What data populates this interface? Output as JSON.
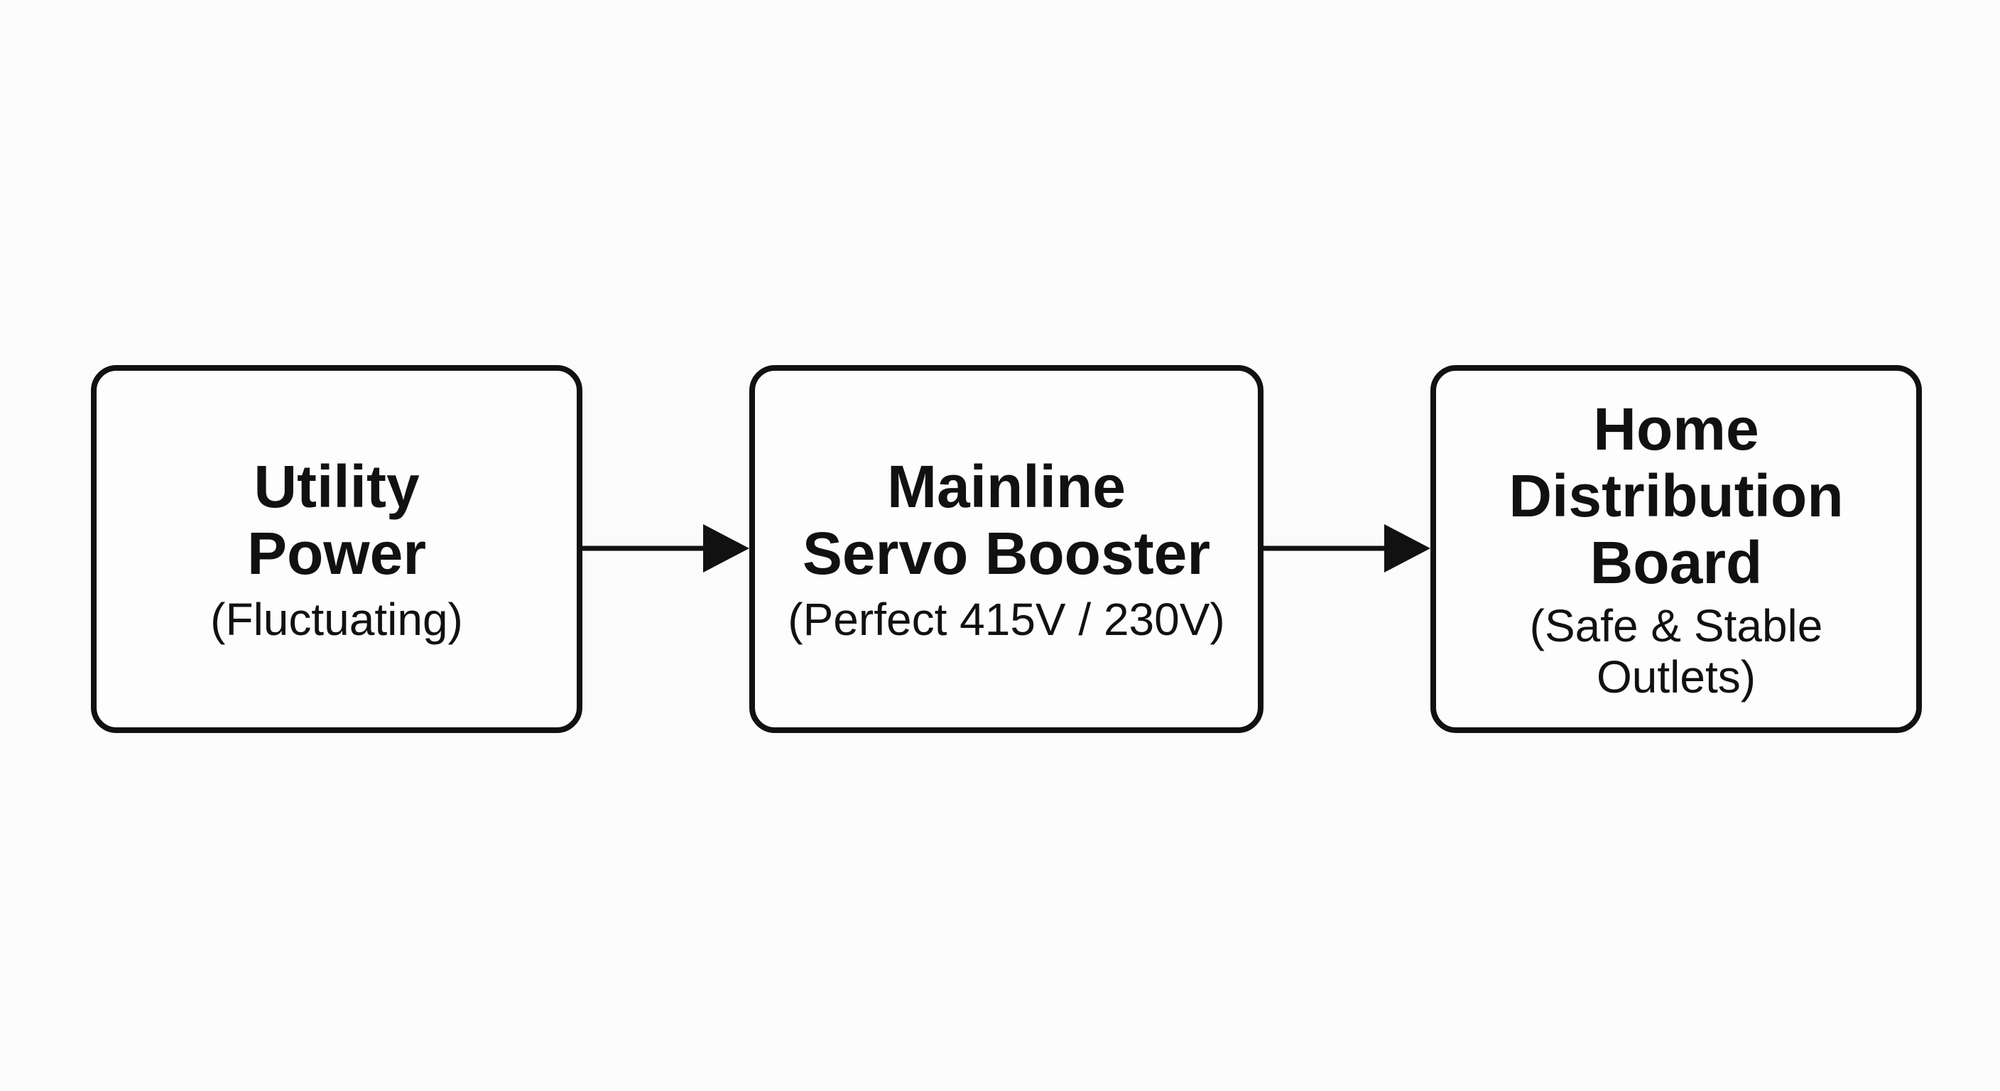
{
  "diagram": {
    "nodes": [
      {
        "id": "utility",
        "title_lines": [
          "Utility",
          "Power"
        ],
        "subtitle_lines": [
          "(Fluctuating)"
        ]
      },
      {
        "id": "servo",
        "title_lines": [
          "Mainline",
          "Servo Booster"
        ],
        "subtitle_lines": [
          "(Perfect 415V / 230V)"
        ]
      },
      {
        "id": "board",
        "title_lines": [
          "Home",
          "Distribution",
          "Board"
        ],
        "subtitle_lines": [
          "(Safe & Stable",
          "Outlets)"
        ]
      }
    ],
    "edges": [
      {
        "from": "utility",
        "to": "servo"
      },
      {
        "from": "servo",
        "to": "board"
      }
    ],
    "colors": {
      "stroke": "#111111",
      "background": "#fbfbfb"
    }
  }
}
